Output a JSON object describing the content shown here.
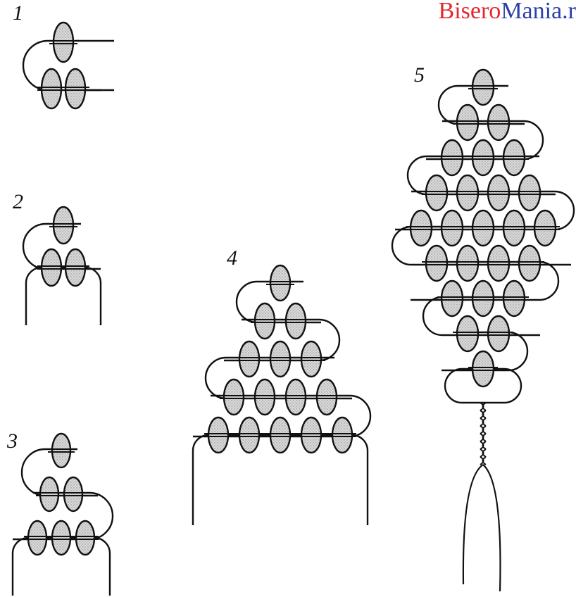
{
  "watermark": {
    "part1": "Bisero",
    "part2": "Mania.r",
    "color1": "#e3262a",
    "color2": "#2a3fa8"
  },
  "steps": [
    {
      "label": "1",
      "rows": [
        1,
        2
      ],
      "base": "none",
      "tail": "none"
    },
    {
      "label": "2",
      "rows": [
        1,
        2
      ],
      "base": "open",
      "tail": "none"
    },
    {
      "label": "3",
      "rows": [
        1,
        2,
        3
      ],
      "base": "open",
      "tail": "none"
    },
    {
      "label": "4",
      "rows": [
        1,
        2,
        3,
        4,
        5
      ],
      "base": "open",
      "tail": "none"
    },
    {
      "label": "5",
      "rows": [
        1,
        2,
        3,
        4,
        5,
        4,
        3,
        2,
        1
      ],
      "base": "none",
      "tail": "twist"
    }
  ],
  "colors": {
    "line": "#111111",
    "bead_fill": "#d9d9d9",
    "bead_stipple": "#8a8a8a",
    "background": "#ffffff"
  }
}
